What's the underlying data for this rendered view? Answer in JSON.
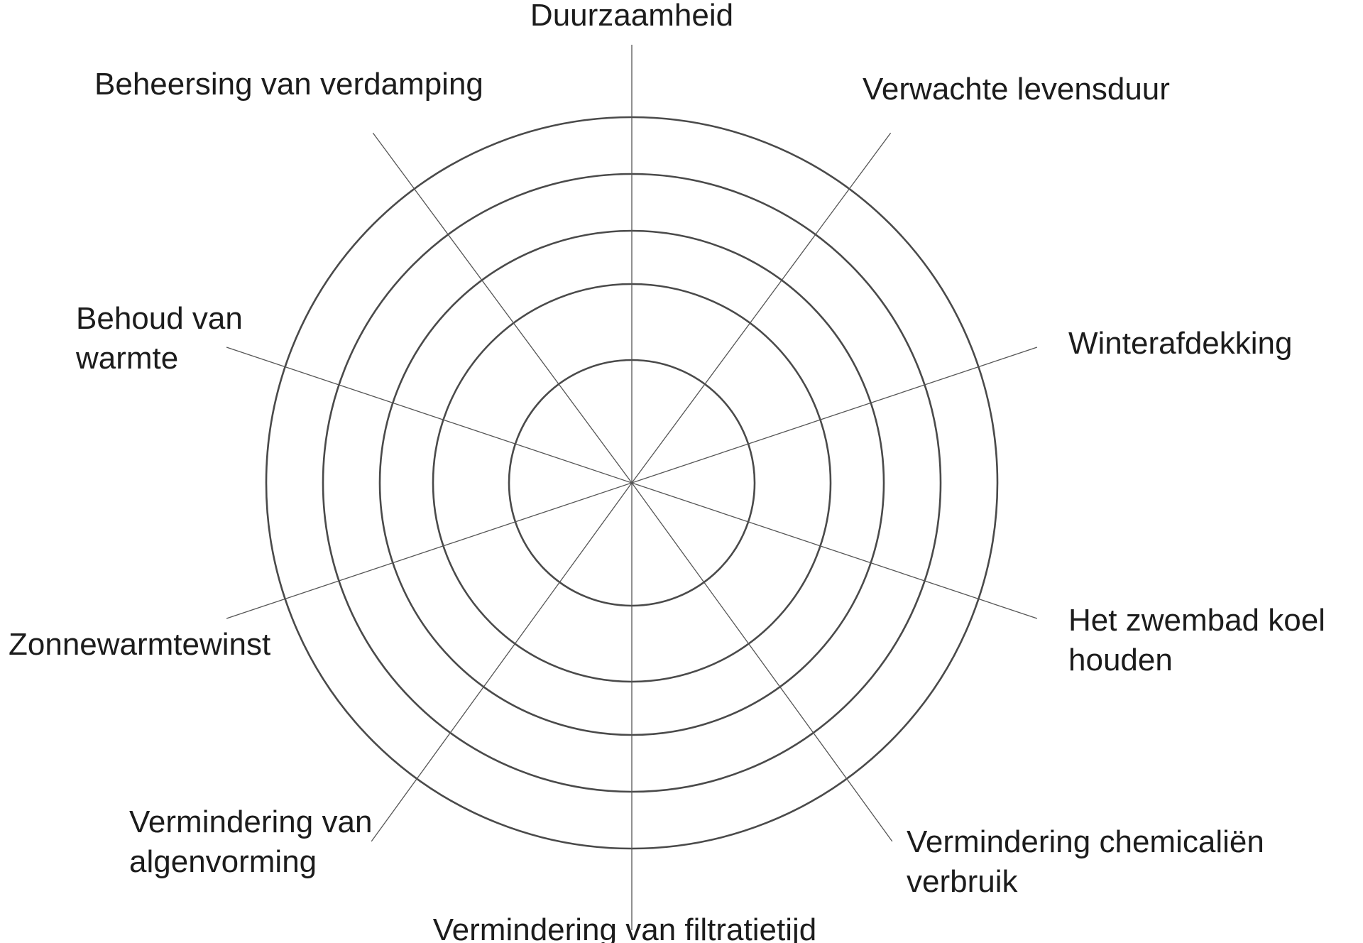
{
  "chart_data": {
    "type": "radar",
    "title": "",
    "axes": [
      "Duurzaamheid",
      "Verwachte levensduur",
      "Winterafdekking",
      "Het zwembad koel houden",
      "Vermindering chemicaliën verbruik",
      "Vermindering van filtratietijd",
      "Vermindering van algenvorming",
      "Zonnewarmtewinst",
      "Behoud van warmte",
      "Beheersing van verdamping"
    ],
    "axis_label_lines": [
      [
        "Duurzaamheid"
      ],
      [
        "Verwachte levensduur"
      ],
      [
        "Winterafdekking"
      ],
      [
        "Het zwembad koel",
        "houden"
      ],
      [
        "Vermindering chemicaliën",
        "verbruik"
      ],
      [
        "Vermindering van filtratietijd"
      ],
      [
        "Vermindering van",
        "algenvorming"
      ],
      [
        "Zonnewarmtewinst"
      ],
      [
        "Behoud van",
        "warmte"
      ],
      [
        "Beheersing van verdamping"
      ]
    ],
    "rings": 5,
    "series": [],
    "grid": true,
    "legend": "none"
  }
}
